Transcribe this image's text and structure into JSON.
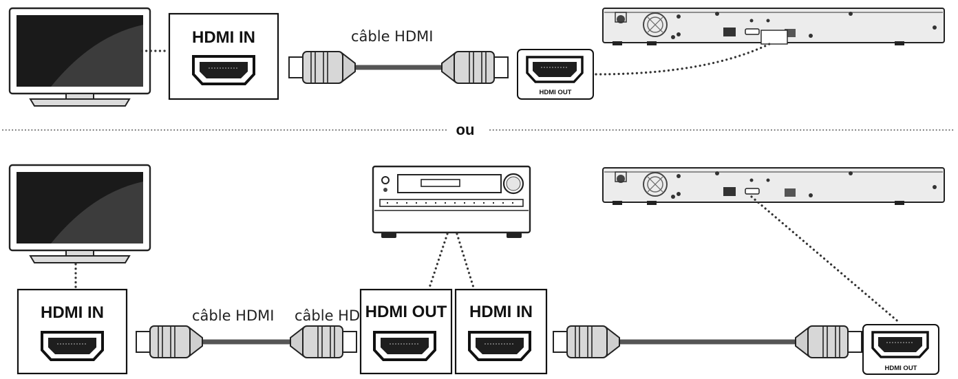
{
  "diagram": {
    "option_a": {
      "tv_input_label": "HDMI IN",
      "cable_label": "câble HDMI",
      "player_output_label": "HDMI OUT"
    },
    "separator_label": "ou",
    "option_b": {
      "tv_input_label": "HDMI IN",
      "cable_left_label": "câble HDMI",
      "cable_right_label": "câble HDMI",
      "receiver_output_label": "HDMI OUT",
      "receiver_input_label": "HDMI IN",
      "player_output_label": "HDMI OUT"
    }
  }
}
